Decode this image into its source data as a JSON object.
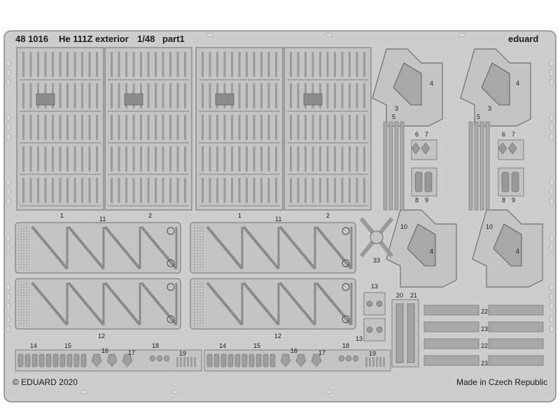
{
  "header": {
    "code": "48 1016",
    "title": "He 111Z exterior",
    "scale": "1/48",
    "part": "part1",
    "brand": "eduard"
  },
  "footer": {
    "copyright": "© EDUARD 2020",
    "origin": "Made in Czech Republic"
  },
  "colors": {
    "metal": "#c4c4c4",
    "edge": "#6e6e6e",
    "panel": "#b5b5b5",
    "dark": "#4a4a4a"
  },
  "part_labels": {
    "p1": "1",
    "p2": "2",
    "p3": "3",
    "p4": "4",
    "p5": "5",
    "p6": "6",
    "p7": "7",
    "p8": "8",
    "p9": "9",
    "p10": "10",
    "p11": "11",
    "p12": "12",
    "p13": "13",
    "p14": "14",
    "p15": "15",
    "p16": "16",
    "p17": "17",
    "p18": "18",
    "p19": "19",
    "p20": "20",
    "p21": "21",
    "p22": "22",
    "p23": "23",
    "p33": "33"
  }
}
